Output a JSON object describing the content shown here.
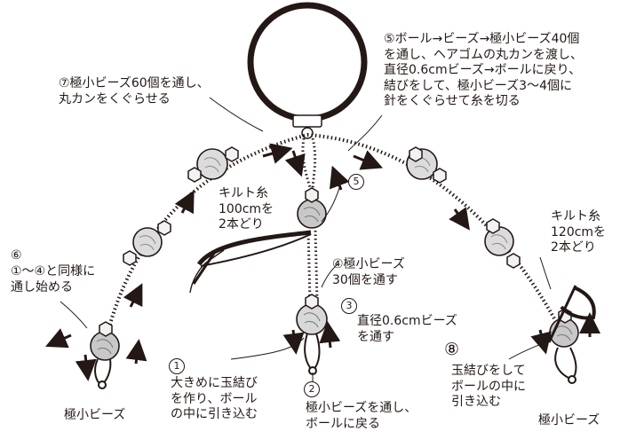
{
  "colors": {
    "line": "#231815",
    "bead_fill": "#f2f2f2",
    "ball_fill": "#dcdcdc",
    "accent": "#231815"
  },
  "labels": {
    "step7": "⑦極小ビーズ60個を通し、\n丸カンをくぐらせる",
    "step5": "⑤ボール→ビーズ→極小ビーズ40個\nを通し、ヘアゴムの丸カンを渡し、\n直径0.6cmビーズ→ボールに戻り、\n結びをして、極小ビーズ3〜4個に\n針をくぐらせて糸を切る",
    "step5_marker": "5",
    "thread_left": "キルト糸\n100cmを\n2本どり",
    "thread_right": "キルト糸\n120cmを\n2本どり",
    "step6_marker": "⑥",
    "step6": "①〜④と同様に\n通し始める",
    "step4": "④極小ビーズ\n30個を通す",
    "step3_marker": "3",
    "step3": "直径0.6cmビーズ\nを通す",
    "step1_marker": "1",
    "step1": "大きめに玉結び\nを作り、ボール\nの中に引き込む",
    "step2_marker": "2",
    "step2": "極小ビーズを通し、\nボールに戻る",
    "step8_marker": "⑧",
    "step8": "玉結びをして\nボールの中に\n引き込む",
    "tiny_bead_left": "極小ビーズ",
    "tiny_bead_right": "極小ビーズ"
  }
}
